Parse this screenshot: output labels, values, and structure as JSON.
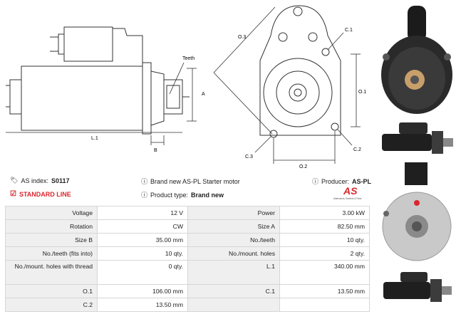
{
  "drawing": {
    "labels": {
      "teeth": "Teeth",
      "a": "A",
      "l1": "L.1",
      "b": "B",
      "o3": "O.3",
      "c1": "C.1",
      "o1": "O.1",
      "c2": "C.2",
      "c3": "C.3",
      "o2": "O.2"
    }
  },
  "info": {
    "as_index_label": "AS index:",
    "as_index_value": "S0117",
    "standard_line": "STANDARD LINE",
    "description": "Brand new AS-PL Starter motor",
    "product_type_label": "Product type:",
    "product_type_value": "Brand new",
    "producer_label": "Producer:",
    "producer_value": "AS-PL"
  },
  "logo": {
    "mark": "AS",
    "tagline": "Alternators, Starters & Parts",
    "color": "#d9262c"
  },
  "specs": [
    {
      "l1": "Voltage",
      "v1": "12 V",
      "l2": "Power",
      "v2": "3.00 kW"
    },
    {
      "l1": "Rotation",
      "v1": "CW",
      "l2": "Size A",
      "v2": "82.50 mm"
    },
    {
      "l1": "Size B",
      "v1": "35.00 mm",
      "l2": "No./teeth",
      "v2": "10 qty."
    },
    {
      "l1": "No./teeth (fits into)",
      "v1": "10 qty.",
      "l2": "No./mount. holes",
      "v2": "2 qty."
    },
    {
      "l1": "No./mount. holes with thread",
      "v1": "0 qty.",
      "l2": "L.1",
      "v2": "340.00 mm"
    },
    {
      "l1": "O.1",
      "v1": "106.00 mm",
      "l2": "C.1",
      "v2": "13.50 mm"
    },
    {
      "l1": "C.2",
      "v1": "13.50 mm",
      "l2": "",
      "v2": ""
    }
  ],
  "icons": {
    "tag": "tag-icon",
    "checkbox": "checked-box-icon",
    "info": "info-circle-icon"
  }
}
